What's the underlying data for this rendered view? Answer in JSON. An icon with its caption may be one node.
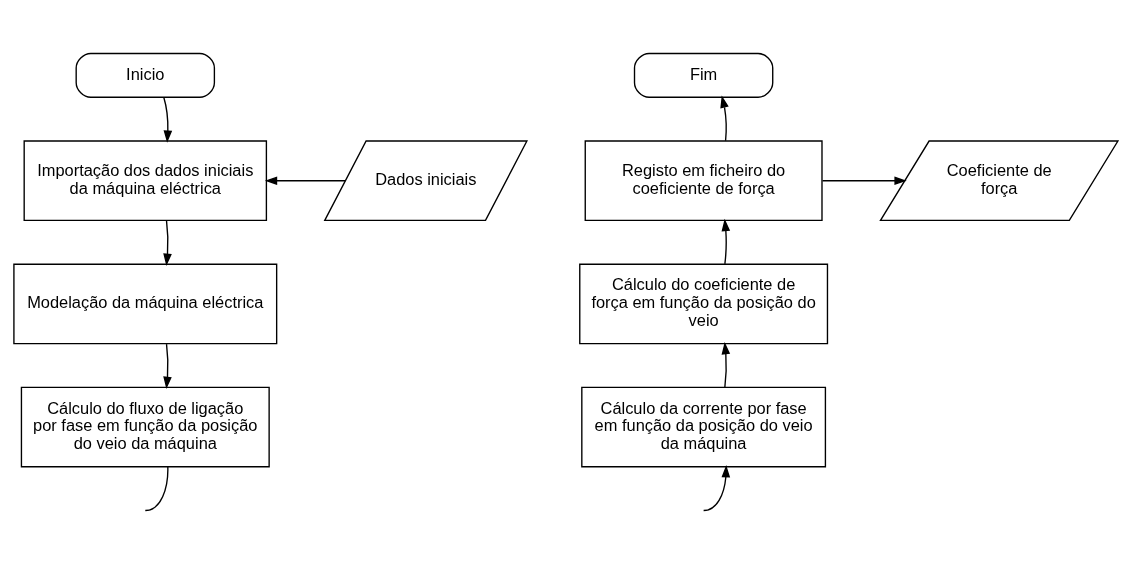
{
  "diagram": {
    "nodes": [
      {
        "text": [
          "Inicio"
        ]
      },
      {
        "text": [
          "Dados iniciais"
        ]
      },
      {
        "text": [
          "Importação dos dados iniciais da máquina eléctrica"
        ]
      },
      {
        "text": [
          "Modelação da máquina eléctrica"
        ]
      },
      {
        "text": [
          "Cálculo do fluxo de ligação por fase em função da posição do veio da máquina"
        ]
      },
      {
        "text": [
          "Fim"
        ]
      },
      {
        "text": [
          "Registo em ficheiro do coeficiente de força"
        ]
      },
      {
        "text": [
          "Coeficiente de força"
        ]
      },
      {
        "text": [
          "Cálculo do coeficiente de força em função da posição do veio"
        ]
      },
      {
        "text": [
          "Cálculo da corrente por fase em função da posição do veio da máquina"
        ]
      }
    ],
    "edges": [
      {
        "from": 0,
        "to": 2,
        "arrow": "to"
      },
      {
        "from": 1,
        "to": 2,
        "arrow": "to"
      },
      {
        "from": 2,
        "to": 3,
        "arrow": "to"
      },
      {
        "from": 3,
        "to": 4,
        "arrow": "to"
      },
      {
        "from": 4,
        "to": null,
        "arrow": "none"
      },
      {
        "from": null,
        "to": 9,
        "arrow": "to"
      },
      {
        "from": 9,
        "to": 8,
        "arrow": "to"
      },
      {
        "from": 8,
        "to": 6,
        "arrow": "to"
      },
      {
        "from": 6,
        "to": 5,
        "arrow": "to"
      },
      {
        "from": 6,
        "to": 7,
        "arrow": "to"
      }
    ]
  }
}
